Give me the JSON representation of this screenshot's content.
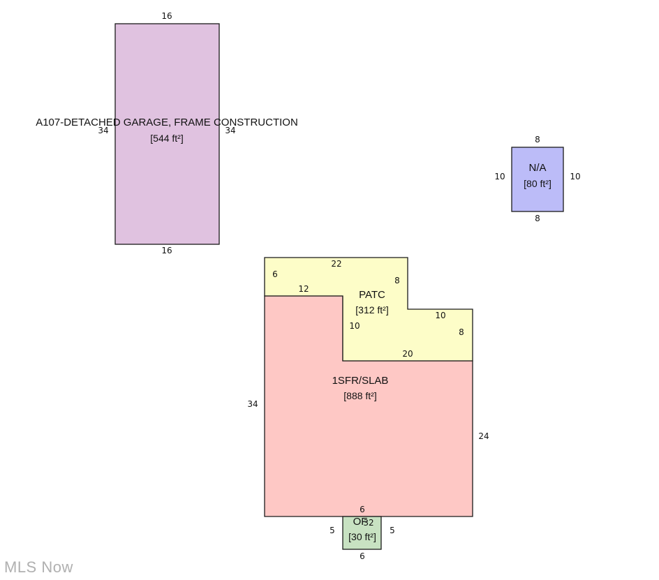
{
  "colors": {
    "garage_fill": "#e0c2e0",
    "na_fill": "#bcbcf8",
    "patio_fill": "#fdfdc8",
    "house_fill": "#fec8c5",
    "of_fill": "#c8e2c2",
    "outline": "#1a1a1a"
  },
  "garage": {
    "name": "A107-DETACHED GARAGE, FRAME CONSTRUCTION",
    "area": "[544 ft²]",
    "dims": {
      "top": "16",
      "bottom": "16",
      "left": "34",
      "right": "34"
    }
  },
  "na": {
    "name": "N/A",
    "area": "[80 ft²]",
    "dims": {
      "top": "8",
      "bottom": "8",
      "left": "10",
      "right": "10"
    }
  },
  "patio": {
    "name": "PATC",
    "area": "[312 ft²]",
    "dims": {
      "top": "22",
      "left": "6",
      "inner_top": "12",
      "right_upper": "8",
      "ledge": "10",
      "right_lower": "8",
      "inner_left": "10",
      "bottom": "20"
    }
  },
  "house": {
    "name": "1SFR/SLAB",
    "area": "[888 ft²]",
    "dims": {
      "left": "34",
      "right": "24",
      "bottom": "6"
    }
  },
  "of": {
    "name": "OF",
    "sub": "32",
    "area": "[30 ft²]",
    "dims": {
      "left": "5",
      "right": "5",
      "bottom": "6"
    }
  },
  "watermark": "MLS Now"
}
